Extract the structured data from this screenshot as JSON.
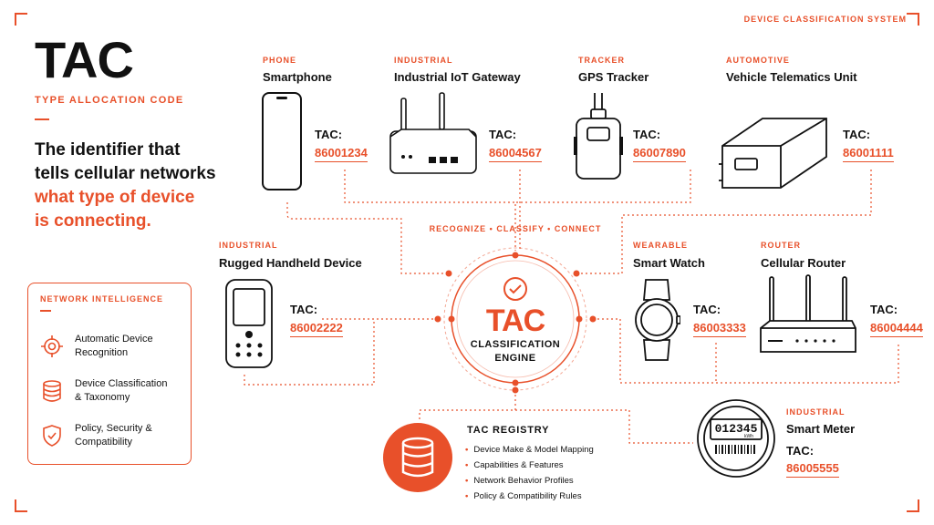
{
  "header": {
    "system_label": "DEVICE CLASSIFICATION SYSTEM"
  },
  "hero": {
    "title": "TAC",
    "subtitle": "TYPE ALLOCATION CODE",
    "headline_line1": "The identifier that",
    "headline_line2": "tells cellular networks",
    "headline_line3": "what type of device",
    "headline_line4": "is connecting."
  },
  "intelligence": {
    "title": "NETWORK INTELLIGENCE",
    "items": [
      {
        "icon": "target-icon",
        "line1": "Automatic Device",
        "line2": "Recognition"
      },
      {
        "icon": "database-icon",
        "line1": "Device Classification",
        "line2": "& Taxonomy"
      },
      {
        "icon": "shield-check-icon",
        "line1": "Policy, Security &",
        "line2": "Compatibility"
      }
    ]
  },
  "tac_label": "TAC:",
  "devices": {
    "phone": {
      "category": "PHONE",
      "name": "Smartphone",
      "tac": "86001234"
    },
    "gateway": {
      "category": "INDUSTRIAL",
      "name": "Industrial IoT Gateway",
      "tac": "86004567"
    },
    "tracker": {
      "category": "TRACKER",
      "name": "GPS Tracker",
      "tac": "86007890"
    },
    "telematics": {
      "category": "AUTOMOTIVE",
      "name": "Vehicle Telematics Unit",
      "tac": "86001111"
    },
    "handheld": {
      "category": "INDUSTRIAL",
      "name": "Rugged Handheld Device",
      "tac": "86002222"
    },
    "watch": {
      "category": "WEARABLE",
      "name": "Smart Watch",
      "tac": "86003333"
    },
    "router": {
      "category": "ROUTER",
      "name": "Cellular Router",
      "tac": "86004444"
    },
    "meter": {
      "category": "INDUSTRIAL",
      "name": "Smart Meter",
      "tac": "86005555",
      "display": "012345",
      "unit": "kWh"
    }
  },
  "engine": {
    "tagline": "RECOGNIZE • CLASSIFY • CONNECT",
    "title": "TAC",
    "line1": "CLASSIFICATION",
    "line2": "ENGINE"
  },
  "registry": {
    "title": "TAC REGISTRY",
    "items": [
      "Device Make & Model Mapping",
      "Capabilities & Features",
      "Network Behavior Profiles",
      "Policy & Compatibility Rules"
    ]
  },
  "colors": {
    "accent": "#e8502a",
    "text": "#111111",
    "background": "#ffffff"
  }
}
